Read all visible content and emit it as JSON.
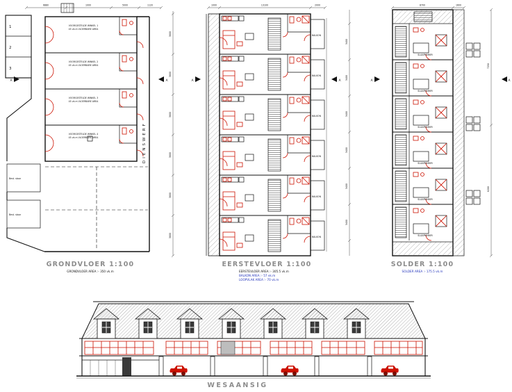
{
  "palette": {
    "line": "#111111",
    "red_accent": "#cc1100",
    "blue_text": "#2233bb",
    "title_gray": "#8d8d8d",
    "hatch_gray": "#9a9a9a"
  },
  "section_marker": "A",
  "ground": {
    "title": "GRONDVLOER 1:100",
    "subtitle": "GRONDVLOER AREA :- 350 vk.m",
    "dienswerf": "DIENSWERF",
    "left_rooms": [
      "1",
      "2",
      "3"
    ],
    "store_labels": [
      "Best. stoor",
      "Best. stoor"
    ],
    "units": [
      {
        "line1": "VOORGESTELDE WINKEL 1",
        "line2": "45 vk.m VLOERBARE AREA"
      },
      {
        "line1": "VOORGESTELDE WINKEL 2",
        "line2": "45 vk.m VLOERBARE AREA"
      },
      {
        "line1": "VOORGESTELDE WINKEL 3",
        "line2": "45 vk.m VLOERBARE AREA"
      },
      {
        "line1": "VOORGESTELDE WINKEL 4",
        "line2": "45 vk.m VLOERBARE AREA"
      }
    ],
    "dim_top": [
      "6880",
      "1000",
      "5000",
      "1120"
    ]
  },
  "first": {
    "title": "EERSTEVLOER 1:100",
    "subtitle1": "EERSTEVLOER AREA :- 305.5 vk.m",
    "subtitle2": "BALKON AREA :- 57 vk.m",
    "subtitle3": "LOOPVLAK AREA :- 70 vk.m",
    "balkon": "BALKON",
    "dim_top": [
      "1000",
      "13100",
      "2000"
    ],
    "dim_left": [
      "3800",
      "3800",
      "3800",
      "3800",
      "3800",
      "3800"
    ]
  },
  "attic": {
    "title": "SOLDER 1:100",
    "subtitle": "SOLDER AREA :- 175.5 vk.m",
    "room": "SLAAPKAMER",
    "dim_top": [
      "8700",
      "1600"
    ],
    "dim_left": [
      "3400",
      "3400",
      "3400",
      "3400",
      "3400",
      "3400"
    ],
    "dim_right": [
      "7250",
      "8200"
    ]
  },
  "elevation": {
    "title": "WESAANSIG"
  }
}
